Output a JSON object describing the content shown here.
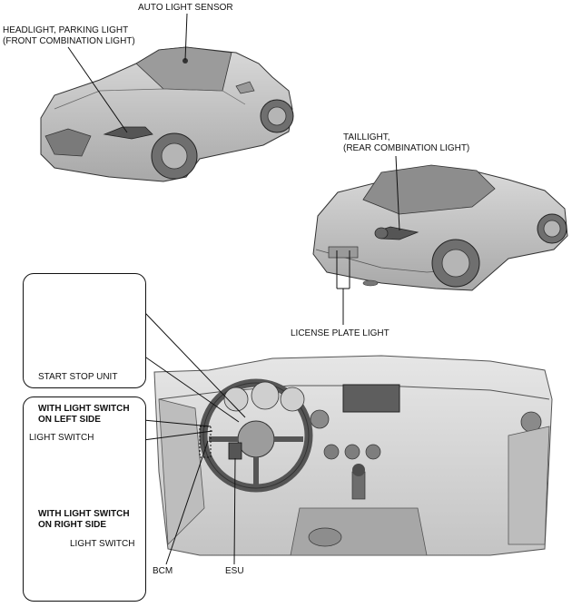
{
  "labels": {
    "auto_light_sensor": "AUTO LIGHT SENSOR",
    "headlight_line1": "HEADLIGHT, PARKING LIGHT",
    "headlight_line2": "(FRONT COMBINATION LIGHT)",
    "taillight_line1": "TAILLIGHT,",
    "taillight_line2": "(REAR COMBINATION LIGHT)",
    "license_plate_light": "LICENSE PLATE LIGHT",
    "start_stop_unit": "START STOP UNIT",
    "left_side_line1": "WITH LIGHT SWITCH",
    "left_side_line2": "ON LEFT SIDE",
    "light_switch_left": "LIGHT SWITCH",
    "right_side_line1": "WITH LIGHT SWITCH",
    "right_side_line2": "ON RIGHT SIDE",
    "light_switch_right": "LIGHT SWITCH",
    "bcm": "BCM",
    "esu": "ESU"
  },
  "colors": {
    "line": "#111111",
    "car_body": "#bdbdbd",
    "car_shadow": "#8f8f8f",
    "interior": "#d6d6d6",
    "interior_dark": "#9a9a9a"
  }
}
